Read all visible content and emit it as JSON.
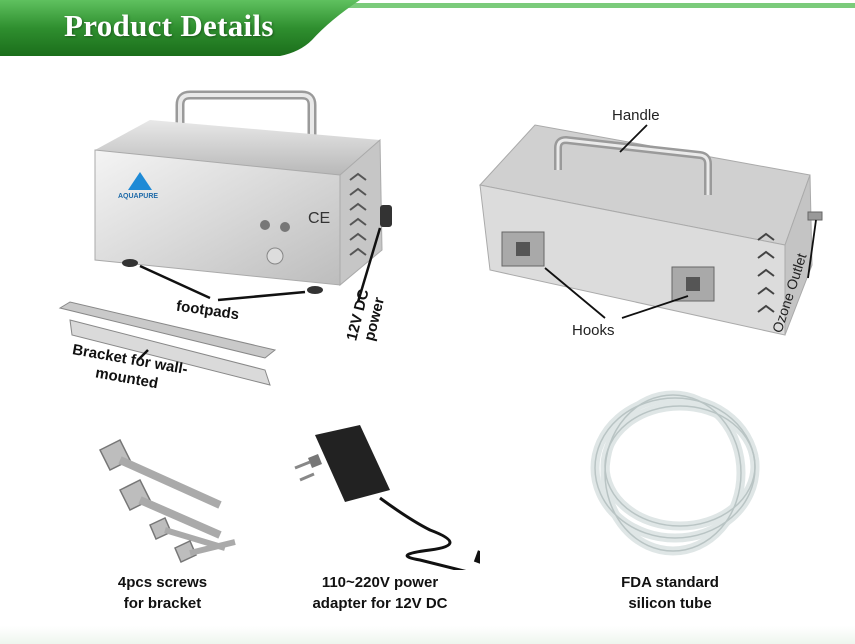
{
  "header": {
    "title": "Product  Details",
    "colors": {
      "green_dark": "#1e7a1e",
      "green_light": "#57b957",
      "stripe": "#6cc46c"
    }
  },
  "front_view": {
    "brand": "AQUAPURE",
    "ce_mark": "CE",
    "labels": {
      "footpads": "footpads",
      "power_line1": "12V DC",
      "power_line2": "power",
      "bracket_line1": "Bracket for wall-",
      "bracket_line2": "mounted"
    }
  },
  "side_view": {
    "labels": {
      "handle": "Handle",
      "hooks": "Hooks",
      "ozone_outlet": "Ozone Outlet"
    }
  },
  "accessories": [
    {
      "line1": "4pcs screws",
      "line2": "for bracket",
      "icon": "screws-icon"
    },
    {
      "line1": "110~220V power",
      "line2": "adapter for 12V DC",
      "icon": "power-adapter-icon"
    },
    {
      "line1": "FDA standard",
      "line2": "silicon tube",
      "icon": "silicon-tube-icon"
    }
  ]
}
